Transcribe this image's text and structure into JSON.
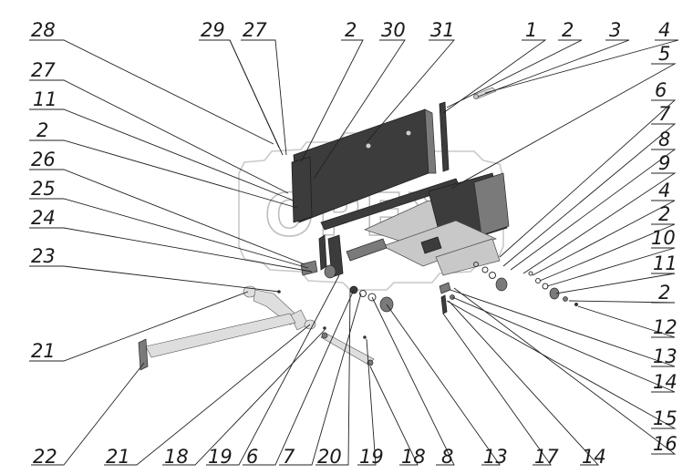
{
  "diagram": {
    "watermark": "OPEX",
    "callouts": {
      "top": [
        "28",
        "29",
        "27",
        "2",
        "30",
        "31",
        "1",
        "2",
        "3",
        "4"
      ],
      "left": [
        "27",
        "11",
        "2",
        "26",
        "25",
        "24",
        "23",
        "21"
      ],
      "right": [
        "5",
        "6",
        "7",
        "8",
        "9",
        "4",
        "2",
        "10",
        "11",
        "2",
        "12",
        "13",
        "14",
        "15",
        "16"
      ],
      "bottom": [
        "22",
        "21",
        "18",
        "19",
        "6",
        "7",
        "20",
        "19",
        "18",
        "8",
        "13",
        "17",
        "14"
      ]
    }
  }
}
